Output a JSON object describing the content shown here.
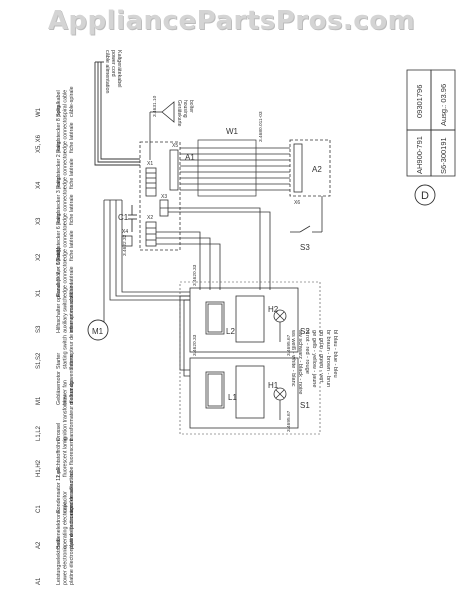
{
  "watermark": "AppliancePartsPros.com",
  "title_block": {
    "doc_number": "09301796",
    "issue": "Ausg.: 03.96",
    "model": "AH900-791",
    "part_number": "S6-300191",
    "sheet_letter": "D"
  },
  "mains_label": [
    "Kaltgerätekabel",
    "power cord",
    "câble alimentation"
  ],
  "legend": [
    {
      "code": "A1",
      "lines": [
        "Leistungselektronik",
        "power electronic",
        "platine électronique de puissance"
      ]
    },
    {
      "code": "A2",
      "lines": [
        "Bedienelektronik",
        "operating electronic",
        "platine électronique de sélection"
      ]
    },
    {
      "code": "C1",
      "lines": [
        "Kondensator 12 µF",
        "capacitor",
        "condensateur"
      ]
    },
    {
      "code": "H1,H2",
      "lines": [
        "Leuchtstoffröhre",
        "fluorescent lamp",
        "tube fluorescent"
      ]
    },
    {
      "code": "L1,L2",
      "lines": [
        "Drossel",
        "ignition transformer",
        "transformateur d'allumage"
      ]
    },
    {
      "code": "M1",
      "lines": [
        "Gebläsemotor",
        "blower fan",
        "moteur du ventilateur"
      ]
    },
    {
      "code": "S1,S2",
      "lines": [
        "Starter",
        "starting switch",
        "interrupteur de mise en marche"
      ]
    },
    {
      "code": "S3",
      "lines": [
        "Hilfsschalter optional (9 V, < 10 mA)",
        "auxiliary switch",
        "interrupteur auxiliaire"
      ]
    },
    {
      "code": "X1",
      "lines": [
        "Randstecker 6 polig",
        "edge connector",
        "fiche latérale"
      ]
    },
    {
      "code": "X2",
      "lines": [
        "Randstecker 6 polig",
        "edge connector",
        "fiche latérale"
      ]
    },
    {
      "code": "X3",
      "lines": [
        "Randstecker 3 polig",
        "edge connector",
        "fiche latérale"
      ]
    },
    {
      "code": "X4",
      "lines": [
        "Randstecker 2 polig",
        "edge connector",
        "fiche latérale"
      ]
    },
    {
      "code": "X5, X6",
      "lines": [
        "Randstecker 8 polig",
        "edge connector",
        "fiche latérale"
      ]
    },
    {
      "code": "W1",
      "lines": [
        "Spiralkabel",
        "spiral cable",
        "câble-spirale"
      ]
    }
  ],
  "colors_key": [
    "bl  blau - blue - bleu",
    "br  braun - brown - brun",
    "gn  grün - green - vert",
    "ge  gelb - yellow - jaune",
    "rt  rot - red - rouge",
    "sw  schwarz - black - noire",
    "ws  weiß - white - blanc"
  ],
  "components": {
    "a1": "A1",
    "a2": "A2",
    "w1": "W1",
    "c1": "C1",
    "m1": "M1",
    "s1": "S1",
    "s2": "S2",
    "s3": "S3",
    "h1": "H1",
    "h2": "H2",
    "l1": "L1",
    "l2": "L2",
    "x1": "X1",
    "x2": "X2",
    "x3": "X3",
    "x4": "X4",
    "x5": "X5",
    "x6": "X6"
  },
  "part_codes": {
    "dropper": "3.4631.10",
    "c1": "3.4622.32",
    "l1": "3.4620.33",
    "l2": "3.4620.33",
    "h1": "3.4695.67",
    "h2": "3.4695.67",
    "w1": "3.4680.011-03",
    "dropper_note": [
      "Gerätekarte",
      "housing",
      "boîter"
    ]
  }
}
